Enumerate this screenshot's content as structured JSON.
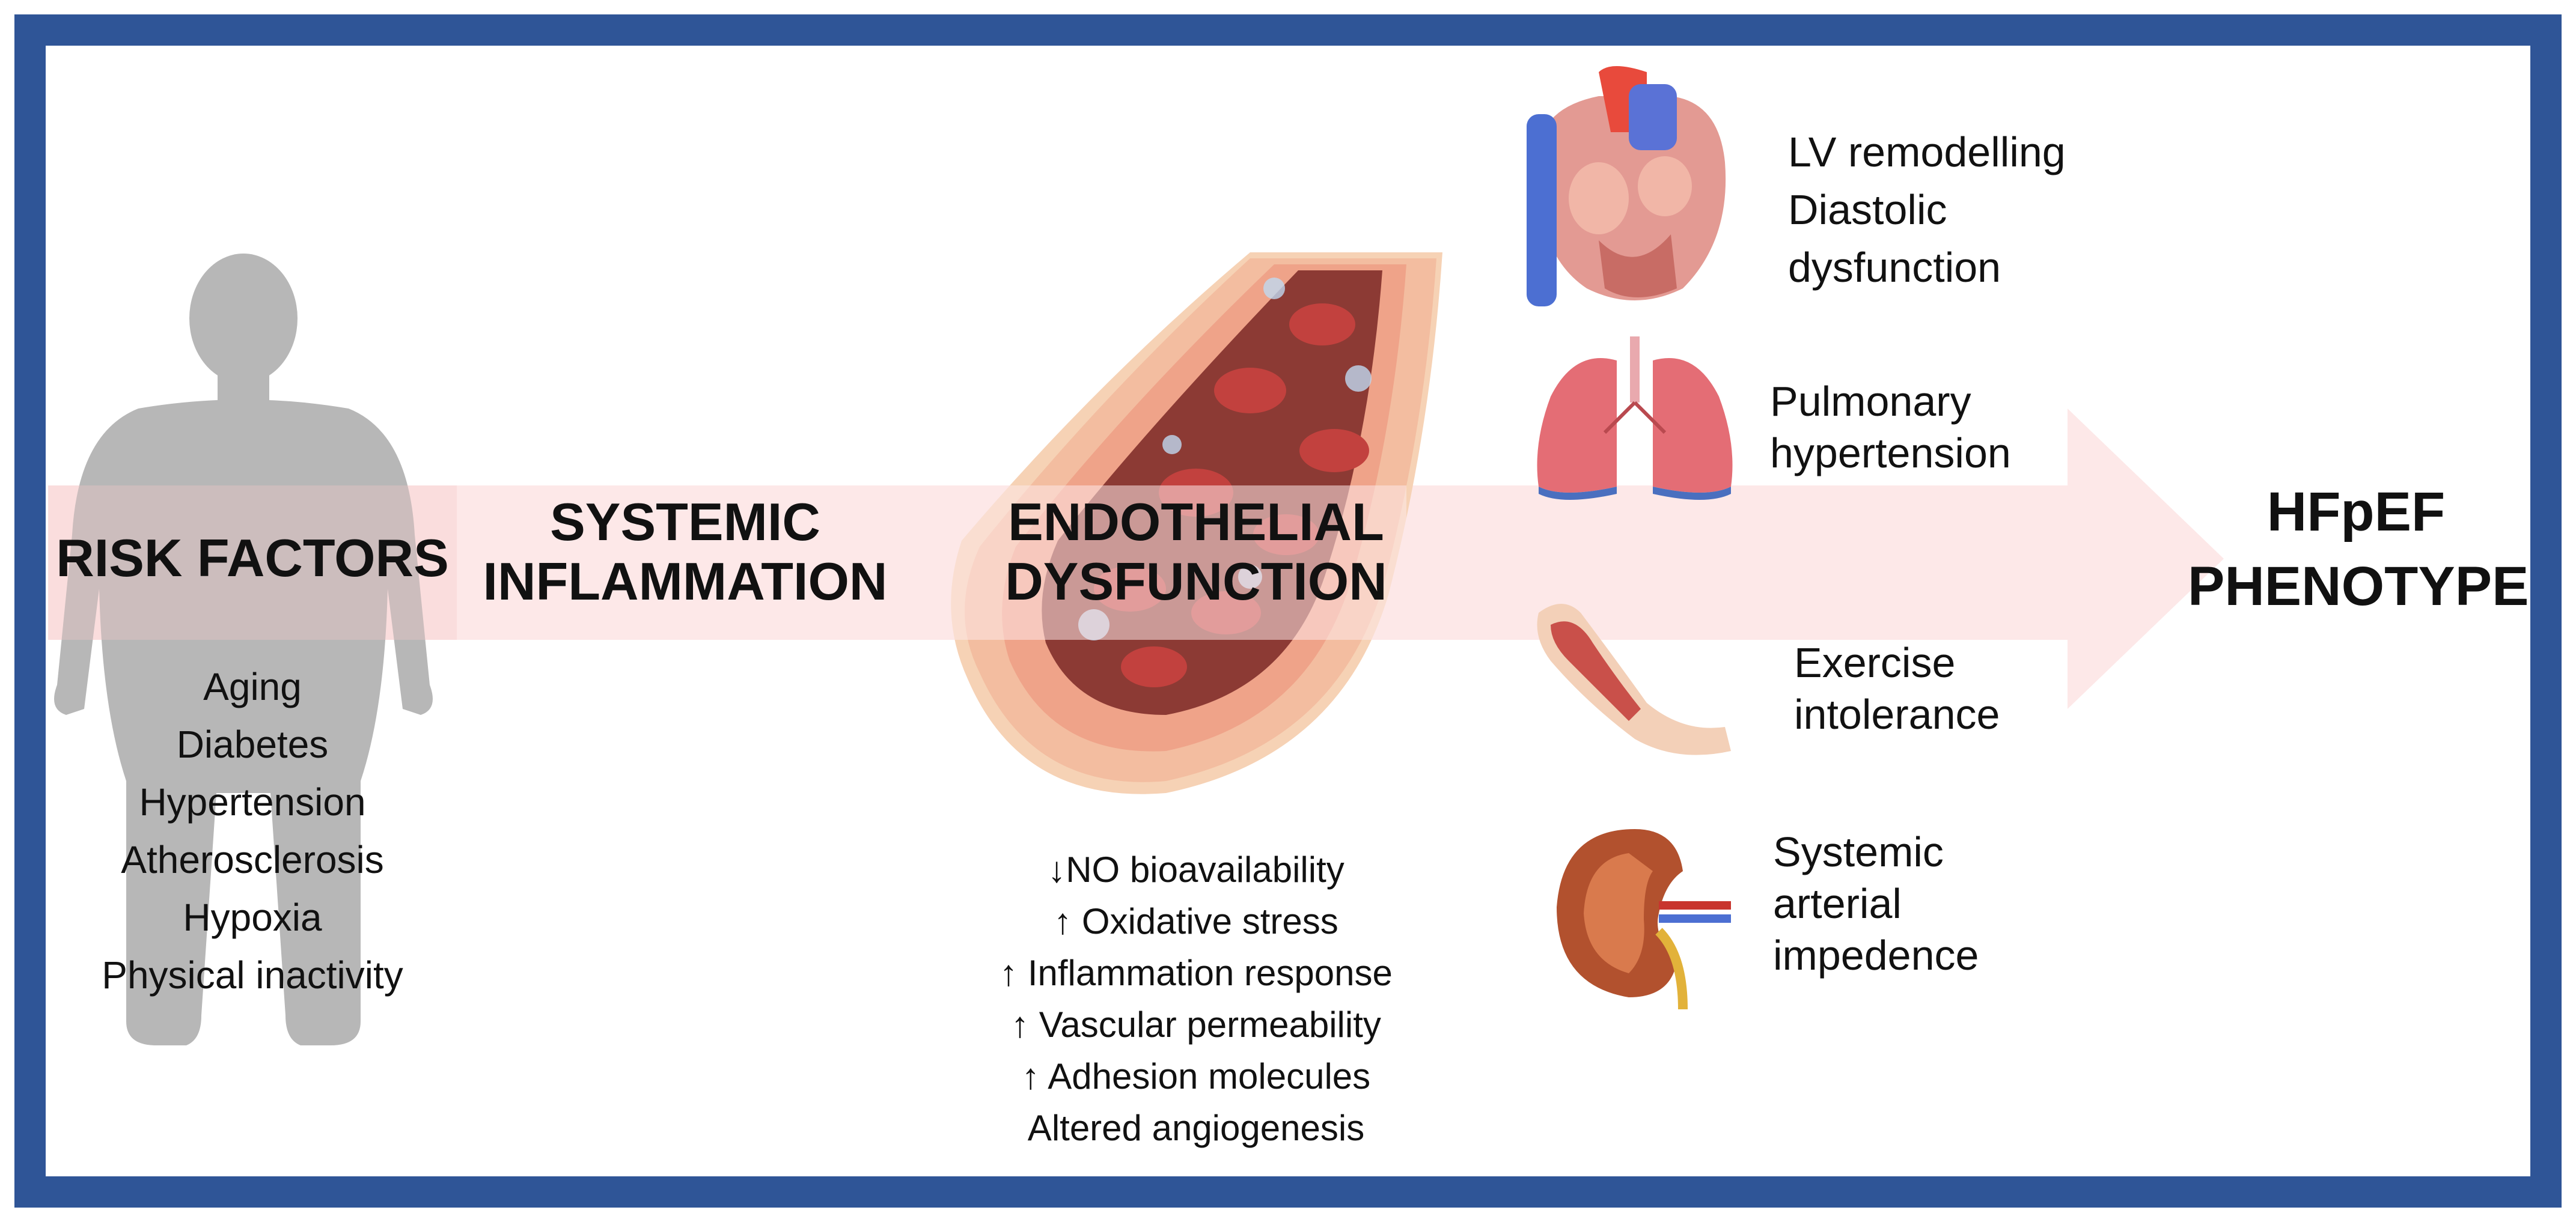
{
  "risk_factors": {
    "title": "RISK FACTORS",
    "items": [
      "Aging",
      "Diabetes",
      "Hypertension",
      "Atherosclerosis",
      "Hypoxia",
      "Physical inactivity"
    ]
  },
  "systemic_inflammation": {
    "line1": "SYSTEMIC",
    "line2": "INFLAMMATION"
  },
  "endothelial_dysfunction": {
    "line1": "ENDOTHELIAL",
    "line2": "DYSFUNCTION",
    "effects": [
      "↓NO bioavailability",
      "↑ Oxidative stress",
      "↑ Inflammation response",
      "↑ Vascular permeability",
      "↑ Adhesion molecules",
      "Altered angiogenesis"
    ]
  },
  "outcomes": {
    "heart": [
      "LV remodelling",
      "Diastolic",
      "dysfunction"
    ],
    "lungs": [
      "Pulmonary",
      "hypertension"
    ],
    "muscle": [
      "Exercise",
      "intolerance"
    ],
    "kidney": [
      "Systemic",
      "arterial",
      "impedence"
    ]
  },
  "result": {
    "line1": "HFpEF",
    "line2": "PHENOTYPE"
  },
  "colors": {
    "frame": "#2F5597",
    "arrow": "#FDE7E7",
    "silhouette": "#B7B7B7",
    "vessel_wall": "#F2C2A2",
    "blood_cell": "#C2413E"
  }
}
